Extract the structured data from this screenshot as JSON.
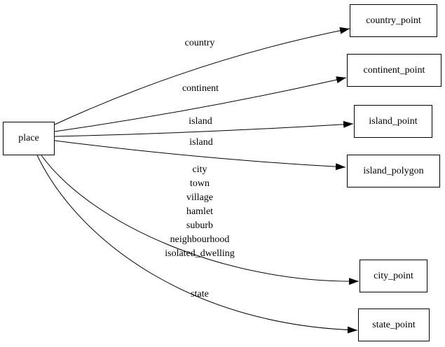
{
  "diagram": {
    "type": "directed-graph",
    "background_color": "#ffffff",
    "line_color": "#000000",
    "node_fill_color": "#ffffff",
    "node_border_color": "#000000",
    "text_color": "#000000",
    "nodes": {
      "place": {
        "label": "place"
      },
      "country_point": {
        "label": "country_point"
      },
      "continent_point": {
        "label": "continent_point"
      },
      "island_point": {
        "label": "island_point"
      },
      "island_polygon": {
        "label": "island_polygon"
      },
      "city_point": {
        "label": "city_point"
      },
      "state_point": {
        "label": "state_point"
      }
    },
    "edges": [
      {
        "from": "place",
        "to": "country_point",
        "label": "country"
      },
      {
        "from": "place",
        "to": "continent_point",
        "label": "continent"
      },
      {
        "from": "place",
        "to": "island_point",
        "label": "island"
      },
      {
        "from": "place",
        "to": "island_polygon",
        "label": "island"
      },
      {
        "from": "place",
        "to": "city_point",
        "label": "city\ntown\nvillage\nhamlet\nsuburb\nneighbourhood\nisolated_dwelling"
      },
      {
        "from": "place",
        "to": "state_point",
        "label": "state"
      }
    ]
  }
}
